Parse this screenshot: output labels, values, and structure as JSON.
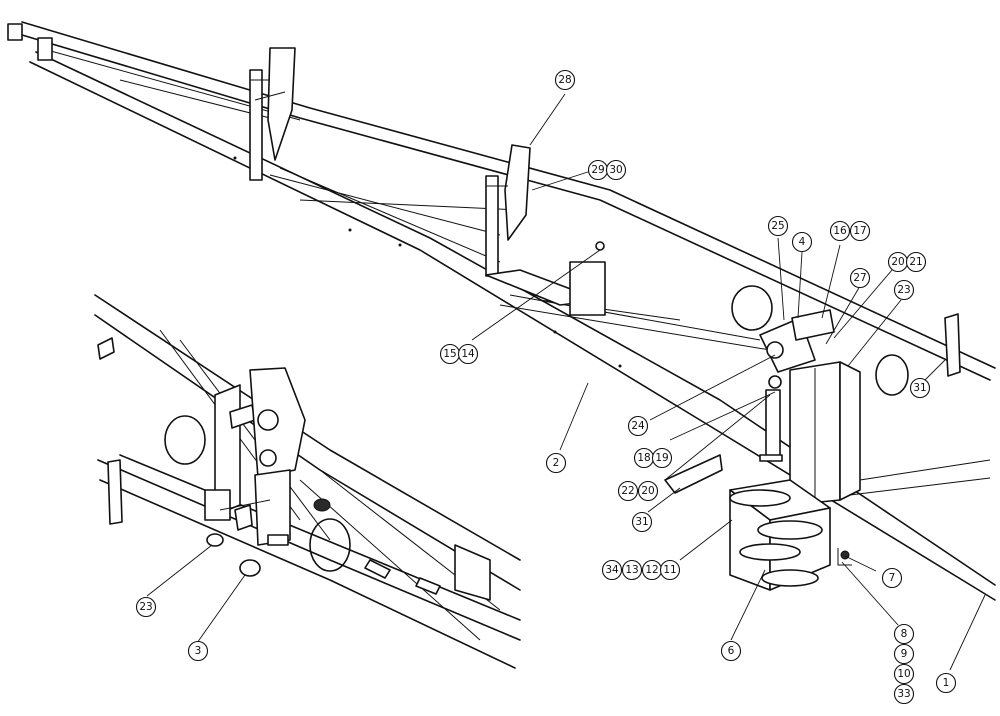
{
  "callouts": [
    {
      "id": "c28",
      "label": "28"
    },
    {
      "id": "c29",
      "label": "29"
    },
    {
      "id": "c30",
      "label": "30"
    },
    {
      "id": "c25",
      "label": "25"
    },
    {
      "id": "c4",
      "label": "4"
    },
    {
      "id": "c16",
      "label": "16"
    },
    {
      "id": "c17",
      "label": "17"
    },
    {
      "id": "c20a",
      "label": "20"
    },
    {
      "id": "c21",
      "label": "21"
    },
    {
      "id": "c27",
      "label": "27"
    },
    {
      "id": "c23a",
      "label": "23"
    },
    {
      "id": "c15",
      "label": "15"
    },
    {
      "id": "c14",
      "label": "14"
    },
    {
      "id": "c31a",
      "label": "31"
    },
    {
      "id": "c2",
      "label": "2"
    },
    {
      "id": "c24",
      "label": "24"
    },
    {
      "id": "c18",
      "label": "18"
    },
    {
      "id": "c19",
      "label": "19"
    },
    {
      "id": "c22",
      "label": "22"
    },
    {
      "id": "c20b",
      "label": "20"
    },
    {
      "id": "c31b",
      "label": "31"
    },
    {
      "id": "c34",
      "label": "34"
    },
    {
      "id": "c13",
      "label": "13"
    },
    {
      "id": "c12",
      "label": "12"
    },
    {
      "id": "c11",
      "label": "11"
    },
    {
      "id": "c7",
      "label": "7"
    },
    {
      "id": "c23b",
      "label": "23"
    },
    {
      "id": "c3",
      "label": "3"
    },
    {
      "id": "c6",
      "label": "6"
    },
    {
      "id": "c8",
      "label": "8"
    },
    {
      "id": "c9",
      "label": "9"
    },
    {
      "id": "c10",
      "label": "10"
    },
    {
      "id": "c33",
      "label": "33"
    },
    {
      "id": "c1",
      "label": "1"
    }
  ]
}
